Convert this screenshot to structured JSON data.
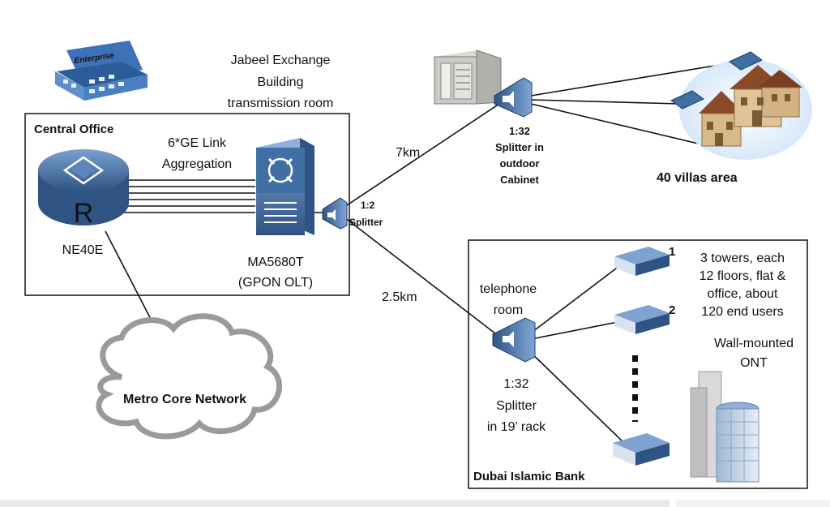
{
  "central_office": {
    "title": "Central Office",
    "router_label": "NE40E",
    "router_letter": "R",
    "link_label_1": "6*GE Link",
    "link_label_2": "Aggregation",
    "olt_label_1": "MA5680T",
    "olt_label_2": "(GPON OLT)"
  },
  "building": {
    "line_1": "Jabeel Exchange",
    "line_2": "Building",
    "line_3": "transmission room",
    "enterprise_sign": "Enterprise"
  },
  "cloud": {
    "label": "Metro Core Network"
  },
  "splitter_main": {
    "line_1": "1:2",
    "line_2": "Splitter"
  },
  "distances": {
    "to_cabinet": "7km",
    "to_bank": "2.5km"
  },
  "cabinet": {
    "line_1": "1:32",
    "line_2": "Splitter in",
    "line_3": "outdoor",
    "line_4": "Cabinet"
  },
  "villas": {
    "label": "40 villas area"
  },
  "bank": {
    "title": "Dubai Islamic Bank",
    "room_1": "telephone",
    "room_2": "room",
    "splitter_1": "1:32",
    "splitter_2": "Splitter",
    "splitter_3": "in 19’ rack",
    "ont_num_1": "1",
    "ont_num_2": "2",
    "towers_1": "3 towers, each",
    "towers_2": "12 floors, flat &",
    "towers_3": "office, about",
    "towers_4": "120 end users",
    "ont_1": "Wall-mounted",
    "ont_2": "ONT"
  },
  "colors": {
    "device_blue": "#3f6fa3",
    "device_dark": "#2f5483",
    "cloud_border": "#9a9a9a",
    "roof_brown": "#8a4a2a",
    "wall_tan": "#d8b98a"
  },
  "icons": [
    "enterprise-building-icon",
    "router-icon",
    "olt-switch-icon",
    "splitter-icon",
    "outdoor-cabinet-icon",
    "villas-icon",
    "ont-modem-icon",
    "skyscraper-icon",
    "cloud-icon"
  ]
}
